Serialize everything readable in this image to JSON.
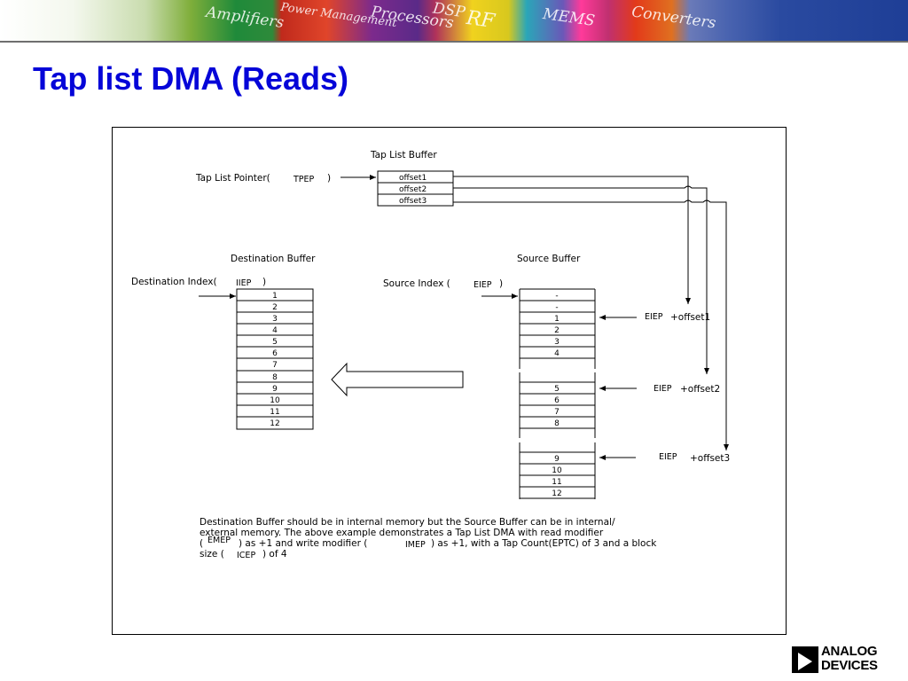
{
  "banner": {
    "words": [
      "Amplifiers",
      "Power Management",
      "Processors",
      "DSP",
      "RF",
      "MEMS",
      "Converters"
    ]
  },
  "slide": {
    "title": "Tap list DMA (Reads)"
  },
  "diagram": {
    "tap_list_buffer_label": "Tap List Buffer",
    "tap_list_pointer_label": "Tap List Pointer(",
    "tap_list_pointer_reg": "TPEP",
    "tap_list_pointer_close": ")",
    "offsets": [
      "offset1",
      "offset2",
      "offset3"
    ],
    "destination_buffer_label": "Destination Buffer",
    "destination_index_label": "Destination Index(",
    "destination_index_reg": "IIEP",
    "destination_index_close": ")",
    "destination_cells": [
      "1",
      "2",
      "3",
      "4",
      "5",
      "6",
      "7",
      "8",
      "9",
      "10",
      "11",
      "12"
    ],
    "source_buffer_label": "Source Buffer",
    "source_index_label": "Source Index (",
    "source_index_reg": "EIEP",
    "source_index_close": ")",
    "source_group1": [
      "-",
      "-",
      "1",
      "2",
      "3",
      "4"
    ],
    "source_group2": [
      "5",
      "6",
      "7",
      "8"
    ],
    "source_group3": [
      "9",
      "10",
      "11",
      "12"
    ],
    "pointers": [
      {
        "reg": "EIEP",
        "text": "+offset1"
      },
      {
        "reg": "EIEP",
        "text": "+offset2"
      },
      {
        "reg": "EIEP",
        "text": "+offset3"
      }
    ],
    "note": {
      "line1": "Destination Buffer should be in internal memory but the Source Buffer can be in internal/",
      "line2": "external memory. The above example demonstrates a Tap List DMA with read modifier",
      "line3_open": "(",
      "line3_reg1": "EMEP",
      "line3_mid": ") as +1 and write modifier (",
      "line3_reg2": "IMEP",
      "line3_end": ") as +1, with a Tap Count(EPTC) of 3 and a block",
      "line4_start": "size (",
      "line4_reg": "ICEP",
      "line4_end": ") of 4"
    }
  },
  "logo": {
    "line1": "ANALOG",
    "line2": "DEVICES"
  }
}
